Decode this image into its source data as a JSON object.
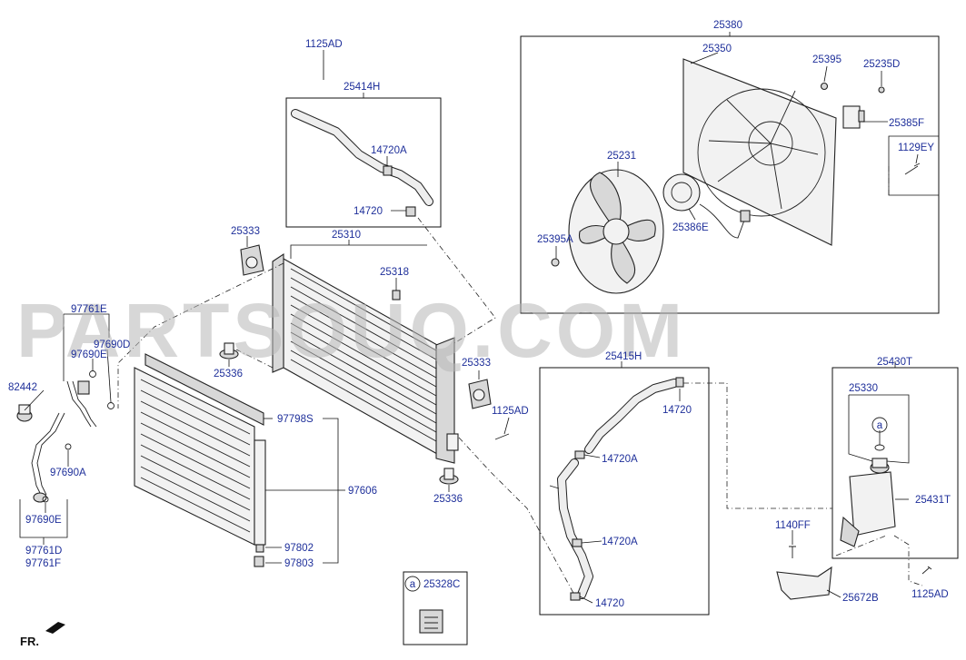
{
  "watermark": "PARTSOUQ.COM",
  "front_indicator": "FR.",
  "labels": {
    "l_1125AD_top": "1125AD",
    "l_25414H": "25414H",
    "l_14720A_top": "14720A",
    "l_14720_top": "14720",
    "l_25333_left": "25333",
    "l_25310": "25310",
    "l_25318": "25318",
    "l_97761E": "97761E",
    "l_97690D": "97690D",
    "l_97690E_top": "97690E",
    "l_25336_left": "25336",
    "l_82442": "82442",
    "l_97690A": "97690A",
    "l_97690E_bot": "97690E",
    "l_97761D": "97761D",
    "l_97761F": "97761F",
    "l_97798S": "97798S",
    "l_97606": "97606",
    "l_97802": "97802",
    "l_97803": "97803",
    "l_25333_right": "25333",
    "l_1125AD_mid": "1125AD",
    "l_25336_right": "25336",
    "l_25380": "25380",
    "l_25350": "25350",
    "l_25395": "25395",
    "l_25235D": "25235D",
    "l_25385F": "25385F",
    "l_1129EY": "1129EY",
    "l_25231": "25231",
    "l_25386E": "25386E",
    "l_25395A": "25395A",
    "l_25415H": "25415H",
    "l_14720_mid": "14720",
    "l_14720A_mid1": "14720A",
    "l_14720A_mid2": "14720A",
    "l_14720_bot": "14720",
    "l_25430T": "25430T",
    "l_25330": "25330",
    "l_25431T": "25431T",
    "l_1140FF": "1140FF",
    "l_25672B": "25672B",
    "l_1125AD_br": "1125AD",
    "l_25328C": "25328C",
    "callout_a_top": "a",
    "callout_a_bottom": "a"
  }
}
